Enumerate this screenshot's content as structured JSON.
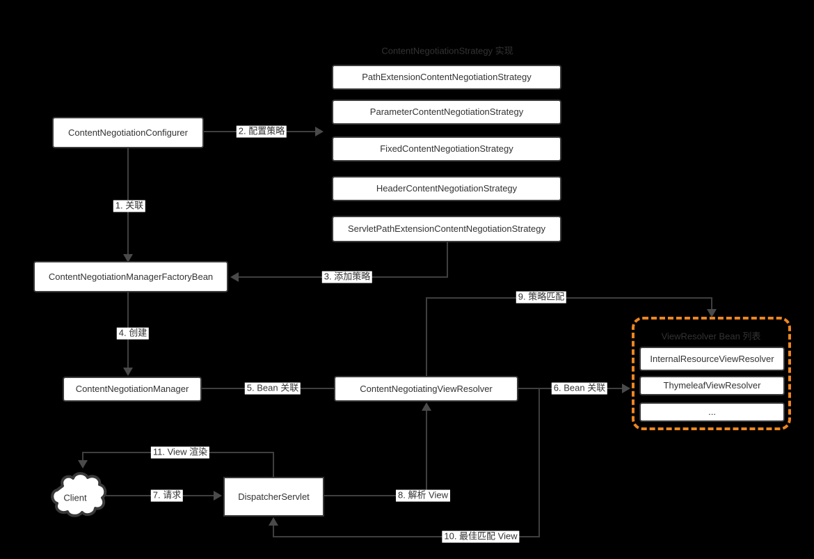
{
  "diagram": {
    "titles": {
      "strategies": "ContentNegotiationStrategy 实现",
      "view_resolvers": "ViewResolver Bean 列表"
    },
    "nodes": {
      "configurer": "ContentNegotiationConfigurer",
      "factory_bean": "ContentNegotiationManagerFactoryBean",
      "manager": "ContentNegotiationManager",
      "resolver": "ContentNegotiatingViewResolver",
      "dispatcher": "DispatcherServlet",
      "client": "Client"
    },
    "strategies": [
      "PathExtensionContentNegotiationStrategy",
      "ParameterContentNegotiationStrategy",
      "FixedContentNegotiationStrategy",
      "HeaderContentNegotiationStrategy",
      "ServletPathExtensionContentNegotiationStrategy"
    ],
    "view_resolvers": [
      "InternalResourceViewResolver",
      "ThymeleafViewResolver",
      "..."
    ],
    "edges": {
      "e1": "1. 关联",
      "e2": "2. 配置策略",
      "e3": "3. 添加策略",
      "e4": "4. 创建",
      "e5": "5. Bean 关联",
      "e6": "6. Bean 关联",
      "e7": "7. 请求",
      "e8": "8. 解析 View",
      "e9": "9. 策略匹配",
      "e10": "10. 最佳匹配 View",
      "e11": "11. View 渲染"
    },
    "colors": {
      "background": "#000000",
      "node_fill": "#ffffff",
      "node_border": "#3a3a3a",
      "line": "#3f3f3f",
      "arrow": "#4a4a4a",
      "text": "#333333",
      "accent_orange": "#ee8620"
    }
  }
}
